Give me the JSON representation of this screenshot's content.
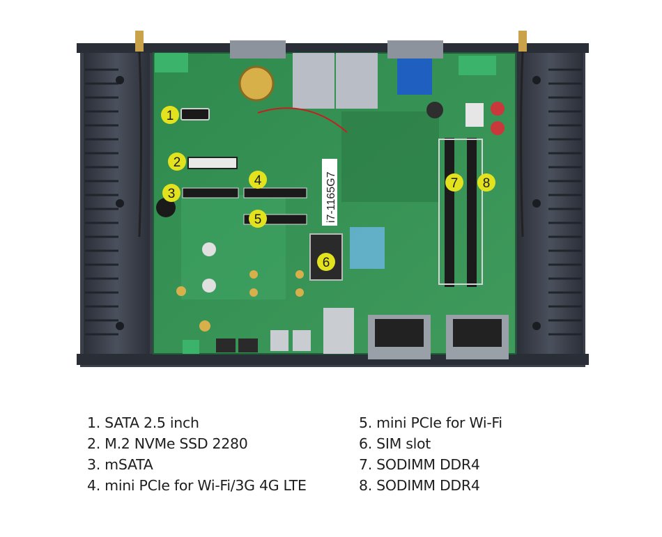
{
  "markers": [
    {
      "number": "1"
    },
    {
      "number": "2"
    },
    {
      "number": "3"
    },
    {
      "number": "4"
    },
    {
      "number": "5"
    },
    {
      "number": "6"
    },
    {
      "number": "7"
    },
    {
      "number": "8"
    }
  ],
  "board_text": {
    "cpu_sticker": "i7-1165G7"
  },
  "legend": {
    "items": [
      "1. SATA 2.5 inch",
      "2. M.2 NVMe SSD 2280",
      "3. mSATA",
      "4. mini PCIe for Wi-Fi/3G 4G LTE",
      "5. mini PCIe for Wi-Fi",
      "6. SIM slot",
      "7. SODIMM DDR4",
      "8. SODIMM DDR4"
    ]
  },
  "colors": {
    "pcb": "#2f8a4e",
    "chassis": "#3a3f4a",
    "marker": "#e3e21e"
  }
}
